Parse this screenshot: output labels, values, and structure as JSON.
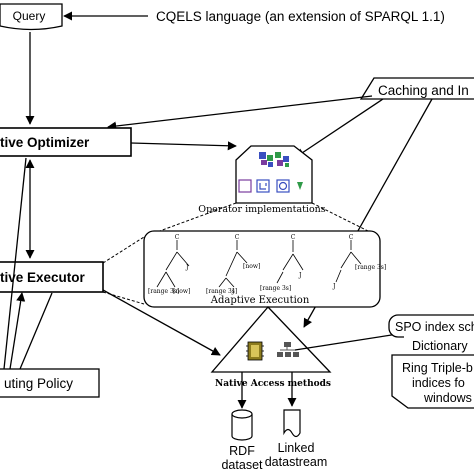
{
  "query_label": "Query",
  "cqels_label": "CQELS language (an extension of SPARQL 1.1)",
  "caching_label": "Caching and In",
  "optimizer_label": "tive Optimizer",
  "operator_label": "Operator implementations",
  "executor_label": "tive Executor",
  "adaptive_label": "Adaptive Execution",
  "routing_label": "uting Policy",
  "native_label": "Native Access methods",
  "spo_label": "SPO index sch",
  "dictionary_label": "Dictionary",
  "ring_lines": [
    "Ring Triple-b",
    "indices fo",
    "windows"
  ],
  "rdf_lines": [
    "RDF",
    "dataset"
  ],
  "linked_lines": [
    "Linked",
    "datastream"
  ],
  "tree_labels": {
    "range": "[range 3s]",
    "now": "[now]",
    "c": "C",
    "j": "J"
  },
  "colors": {
    "stroke": "#000000",
    "background": "#ffffff",
    "icon_blue": "#3a4fc0",
    "icon_green": "#2f9a48",
    "icon_purple": "#7a3c9e",
    "icon_olive": "#8c7b1e",
    "icon_gray": "#555555"
  },
  "icons": [
    "operator-blocks-icon",
    "memory-chip-icon",
    "index-tree-icon",
    "database-icon",
    "document-stream-icon"
  ]
}
